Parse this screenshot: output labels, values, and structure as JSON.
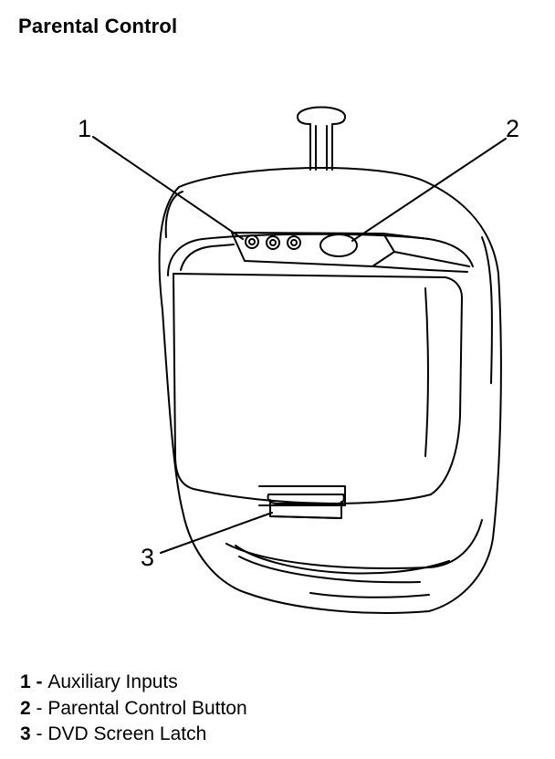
{
  "title": "Parental Control",
  "callouts": [
    "1",
    "2",
    "3"
  ],
  "legend": [
    {
      "number": "1",
      "sep": " - ",
      "label": "Auxiliary Inputs"
    },
    {
      "number": "2",
      "sep": " - ",
      "label": "Parental Control Button"
    },
    {
      "number": "3",
      "sep": " - ",
      "label": "DVD Screen Latch"
    }
  ],
  "colors": {
    "line": "#000000",
    "background": "#ffffff"
  }
}
